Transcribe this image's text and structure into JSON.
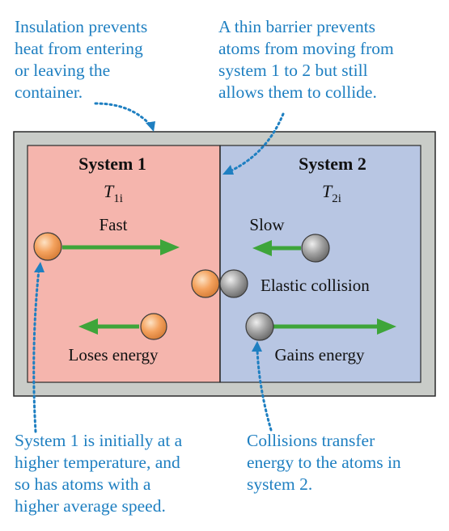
{
  "notes": {
    "top_left": [
      "Insulation prevents",
      "heat from entering",
      "or leaving the",
      "container."
    ],
    "top_right": [
      "A thin barrier prevents",
      "atoms from moving from",
      "system 1 to 2 but still",
      "allows them to collide."
    ],
    "bottom_left": [
      "System 1 is initially at a",
      "higher temperature, and",
      "so has atoms with a",
      "higher average speed."
    ],
    "bottom_right": [
      "Collisions transfer",
      "energy to the atoms in",
      "system 2."
    ]
  },
  "system1": {
    "title": "System 1",
    "temp_symbol": "T",
    "temp_subscript": "1i",
    "fast_label": "Fast",
    "loses_label": "Loses energy"
  },
  "system2": {
    "title": "System 2",
    "temp_symbol": "T",
    "temp_subscript": "2i",
    "slow_label": "Slow",
    "gains_label": "Gains energy"
  },
  "collision_label": "Elastic collision",
  "colors": {
    "note_text": "#1e7fc1",
    "insulation": "#c9ccc8",
    "system1_fill": "#f5b5ad",
    "system2_fill": "#b8c6e3",
    "arrow_green": "#3ea53a",
    "atom_orange": "#f4a25e",
    "atom_gray": "#9a9a9a"
  }
}
